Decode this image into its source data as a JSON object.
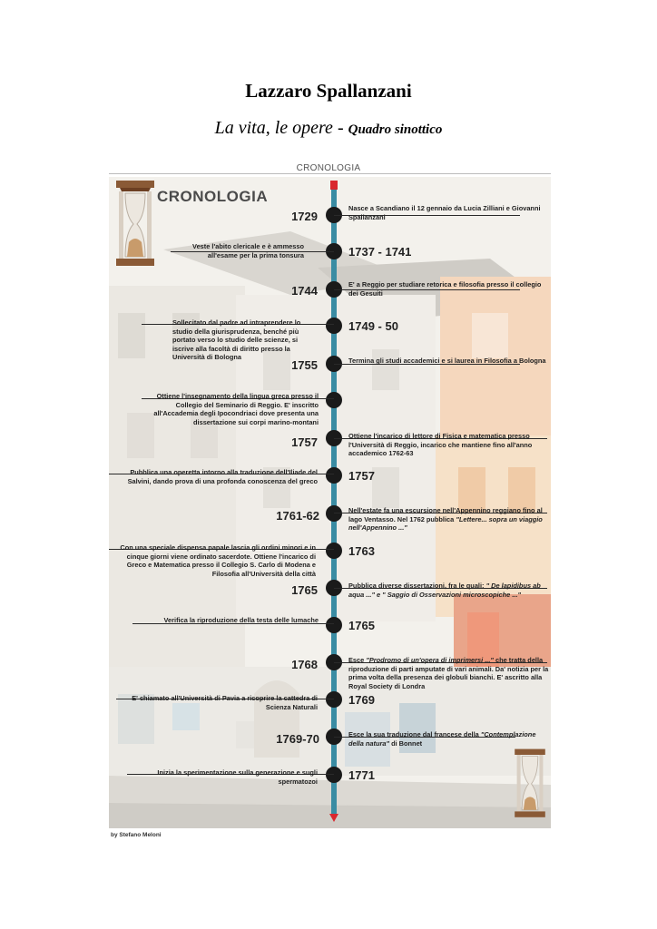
{
  "doc": {
    "title": "Lazzaro Spallanzani",
    "subtitle_main": "La vita, le opere",
    "subtitle_dash": " - ",
    "subtitle_small": "Quadro sinottico",
    "heading": "CRONOLOGIA",
    "credit": "by Stefano Meloni"
  },
  "poster": {
    "title": "CRONOLOGIA",
    "colors": {
      "axis": "#3a8ca3",
      "axis_tip": "#d9272e",
      "dot": "#1a1a1a"
    },
    "icons": [
      "hourglass-icon"
    ]
  },
  "timeline": [
    {
      "year": "1729",
      "side": "left",
      "text": "Nasce a Scandiano il 12 gennaio da Lucia Zilliani e Giovanni Spallanzani"
    },
    {
      "year": "1737 - 1741",
      "side": "right",
      "text": "Veste l'abito clericale e è ammesso all'esame per la prima tonsura"
    },
    {
      "year": "1744",
      "side": "left",
      "text": "E' a Reggio per studiare retorica e filosofia presso il collegio dei Gesuiti"
    },
    {
      "year": "1749 - 50",
      "side": "right",
      "text": "Sollecitato dal padre ad intraprendere lo studio della giurisprudenza, benché più portato verso lo studio delle scienze, si iscrive alla facoltà di diritto presso la Università di Bologna"
    },
    {
      "year": "1755",
      "side": "left",
      "text": "Termina gli studi accademici e si laurea in Filosofia a Bologna"
    },
    {
      "year": "",
      "side": "none",
      "text": "Ottiene l'insegnamento della lingua greca presso il Collegio del Seminario di Reggio. E' inscritto all'Accademia degli Ipocondriaci dove presenta una dissertazione sui corpi marino-montani"
    },
    {
      "year": "1757",
      "side": "left",
      "text": "Ottiene l'incarico di lettore di Fisica e matematica presso l'Università di Reggio, incarico che mantiene fino all'anno accademico 1762-63"
    },
    {
      "year": "1757",
      "side": "right",
      "text": "Pubblica una operetta intorno alla traduzione dell'Iliade del Salvini, dando prova di una profonda conoscenza del greco"
    },
    {
      "year": "1761-62",
      "side": "left",
      "text": "Nell'estate fa una escursione nell'Appennino reggiano fino al lago Ventasso. Nel 1762 pubblica",
      "italic": "\"Lettere... sopra un viaggio nell'Appennino ...\""
    },
    {
      "year": "1763",
      "side": "right",
      "text": "Con una speciale dispensa papale lascia gli ordini minori e in cinque giorni viene ordinato sacerdote. Ottiene l'incarico di Greco e Matematica presso il Collegio S. Carlo di Modena e Filosofia all'Università della città"
    },
    {
      "year": "1765",
      "side": "left",
      "text": "Pubblica diverse dissertazioni, fra le quali:",
      "italic": "\" De lapidibus ab aqua ...\" e \" Saggio di Osservazioni microscopiche ...\""
    },
    {
      "year": "1765",
      "side": "right",
      "text": "Verifica la riproduzione della testa delle lumache"
    },
    {
      "year": "1768",
      "side": "left",
      "text_pre": "Esce",
      "italic": "\"Prodromo di un'opera di imprimersi ...\"",
      "text": "che tratta della riproduzione di parti amputate di vari animali. Da' notizia per la prima volta della presenza dei globuli bianchi. E' ascritto alla Royal Society di Londra"
    },
    {
      "year": "1769",
      "side": "right",
      "text": "E' chiamato all'Università di Pavia a ricoprire la cattedra di Scienza Naturali"
    },
    {
      "year": "1769-70",
      "side": "left",
      "text_pre": "Esce la sua traduzione dal francese della",
      "italic": "\"Contemplazione della natura\"",
      "text": "di Bonnet"
    },
    {
      "year": "1771",
      "side": "right",
      "text": "Inizia la sperimentazione sulla generazione e sugli spermatozoi"
    }
  ]
}
